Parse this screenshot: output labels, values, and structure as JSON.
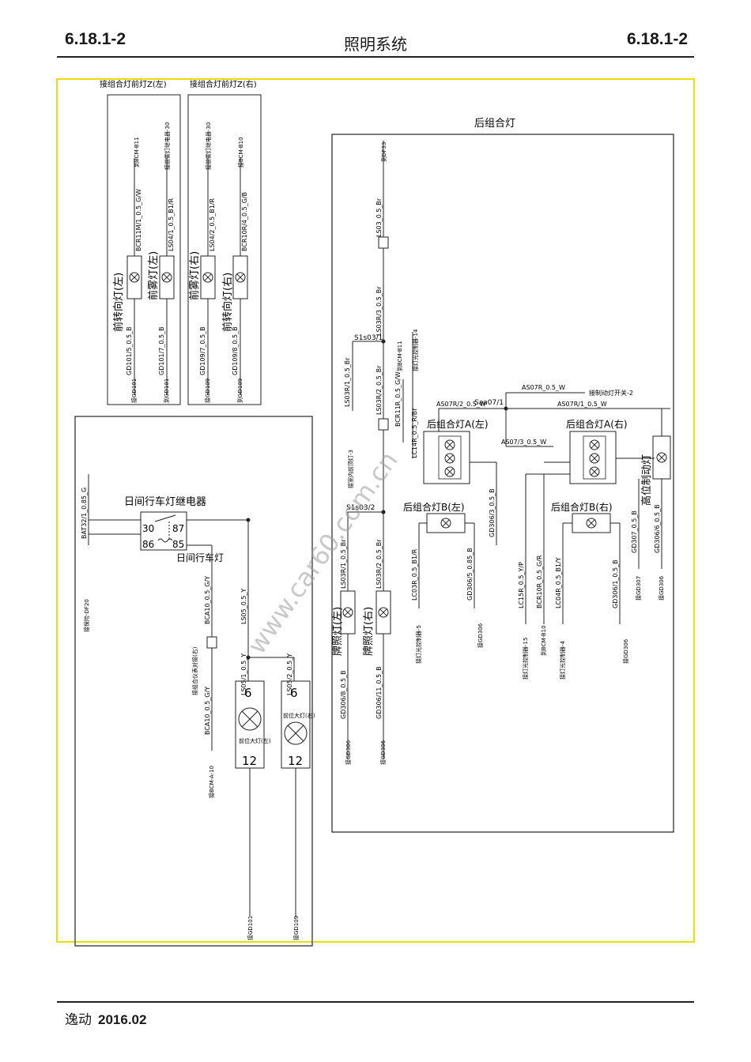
{
  "header": {
    "section_left": "6.18.1-2",
    "title": "照明系统",
    "section_right": "6.18.1-2"
  },
  "footer": {
    "model": "逸动",
    "edition": "2016.02"
  },
  "diagram": {
    "top_connectors": {
      "left_label": "接组合灯前灯Z(左)",
      "right_label": "接组合灯前灯Z(右)"
    },
    "front_left_group": {
      "turn_lamp": "前转向灯(左)",
      "fog_lamp": "前雾灯(左)",
      "wires": [
        "GD101/5_0.5_B",
        "BCR11M/1_0.5_G/W",
        "GD101/7_0.5_B",
        "LS04/1_0.5_B1/R"
      ],
      "refs": [
        "接GD101",
        "到BCM-B11",
        "到GD101",
        "接前雾灯继电器-30"
      ]
    },
    "front_right_group": {
      "fog_lamp": "前雾灯(右)",
      "turn_lamp": "前转向灯(右)",
      "wires": [
        "GD109/7_0.5_B",
        "LS04/2_0.5_B1/R",
        "GD109/8_0.5_B",
        "BCR10R/4_0.5_G/B"
      ],
      "refs": [
        "接GD109",
        "接前雾灯继电器-30",
        "到GD109",
        "接BCM-B10"
      ]
    },
    "rear_section": {
      "title": "后组合灯",
      "splices": [
        "S1s03/1",
        "S1s03/2",
        "Saa07/1"
      ],
      "rear_a_left": "后组合灯A(左)",
      "rear_a_right": "后组合灯A(右)",
      "rear_b_left": "后组合灯B(左)",
      "rear_b_right": "后组合灯B(右)",
      "high_brake": "高位制动灯",
      "plate_left": "牌照灯(左)",
      "plate_right": "牌照灯(右)",
      "wires": [
        "LS03_0.5_Br",
        "LS03R/1_0.5_Br",
        "LS03R/2_0.5_Br",
        "LS03R/3_0.5_Br",
        "BCR11R_0.5_G/W",
        "LC14R_0.5_R/Br",
        "AS07R/2_0.5_W",
        "AS07R_0.5_W",
        "AS07R/1_0.5_W",
        "AS07/3_0.5_W",
        "GD306/3_0.5_B",
        "LC03R_0.5_B1/R",
        "GD306/5_0.85_B",
        "LC15R_0.5_Y/P",
        "BCR10R_0.5_G/R",
        "LC04R_0.5_B1/Y",
        "GD306/1_0.5_B",
        "GD307_0.5_B",
        "GD306/6_0.5_B",
        "GD306/8_0.5_B",
        "GD306/11_0.5_B"
      ],
      "refs": [
        "到DF33",
        "到BCM-B11",
        "接灯光控制器-14",
        "接制动灯开关-2",
        "接室内前顶灯-3",
        "接GD306",
        "接灯光控制器-5",
        "接灯光控制器-15",
        "到BCM-B10",
        "接灯光控制器-4",
        "接GD307",
        "接GD306"
      ]
    },
    "drl_section": {
      "relay": "日间行车灯继电器",
      "relay_pins": [
        "30",
        "87",
        "86",
        "85"
      ],
      "drl_label": "日间行车灯",
      "supply_wire": "BAT32/1_0.85_G",
      "fuse_ref": "接保险-DF20",
      "wires": [
        "BCA10_0.5_G/Y",
        "LS05_0.5_Y",
        "LS05/1_0.5_Y",
        "LS05/2_0.5_Y",
        "BCA10_0.5_G/Y"
      ],
      "instrument_ref": "接组合仪表对接(右)",
      "bcm_ref": "接BCM-A-10",
      "lamp_left": "前位大灯(左)",
      "lamp_right": "前位大灯(右)",
      "pin_top": "6",
      "pin_bottom": "12",
      "ground_left": "接GD101",
      "ground_right": "接GD109"
    },
    "watermark": "www.car60.com.cn"
  }
}
